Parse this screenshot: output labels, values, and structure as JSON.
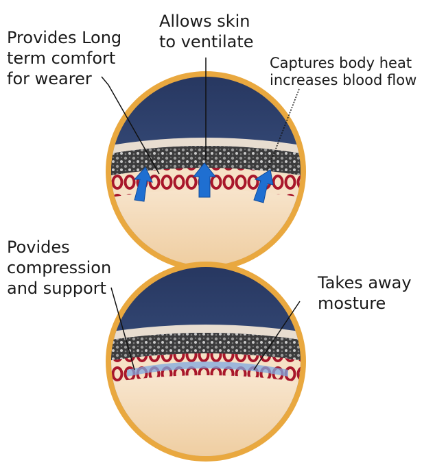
{
  "labels": {
    "comfort": [
      "Provides Long",
      "term comfort",
      "for wearer"
    ],
    "ventilate": [
      "Allows skin",
      "to ventilate"
    ],
    "heat": [
      "Captures body heat",
      "increases blood flow"
    ],
    "compression": [
      "Povides",
      "compression",
      "and support"
    ],
    "moisture": [
      "Takes away",
      "mosture"
    ]
  },
  "colors": {
    "rim": "#e9a83f",
    "sky_top": "#2d3f6f",
    "sky_bottom": "#9ab3cf",
    "skin": "#f3d8b2",
    "mesh": "#3f3f40",
    "loop": "#a8162a",
    "arrow": "#1f6fd1"
  }
}
